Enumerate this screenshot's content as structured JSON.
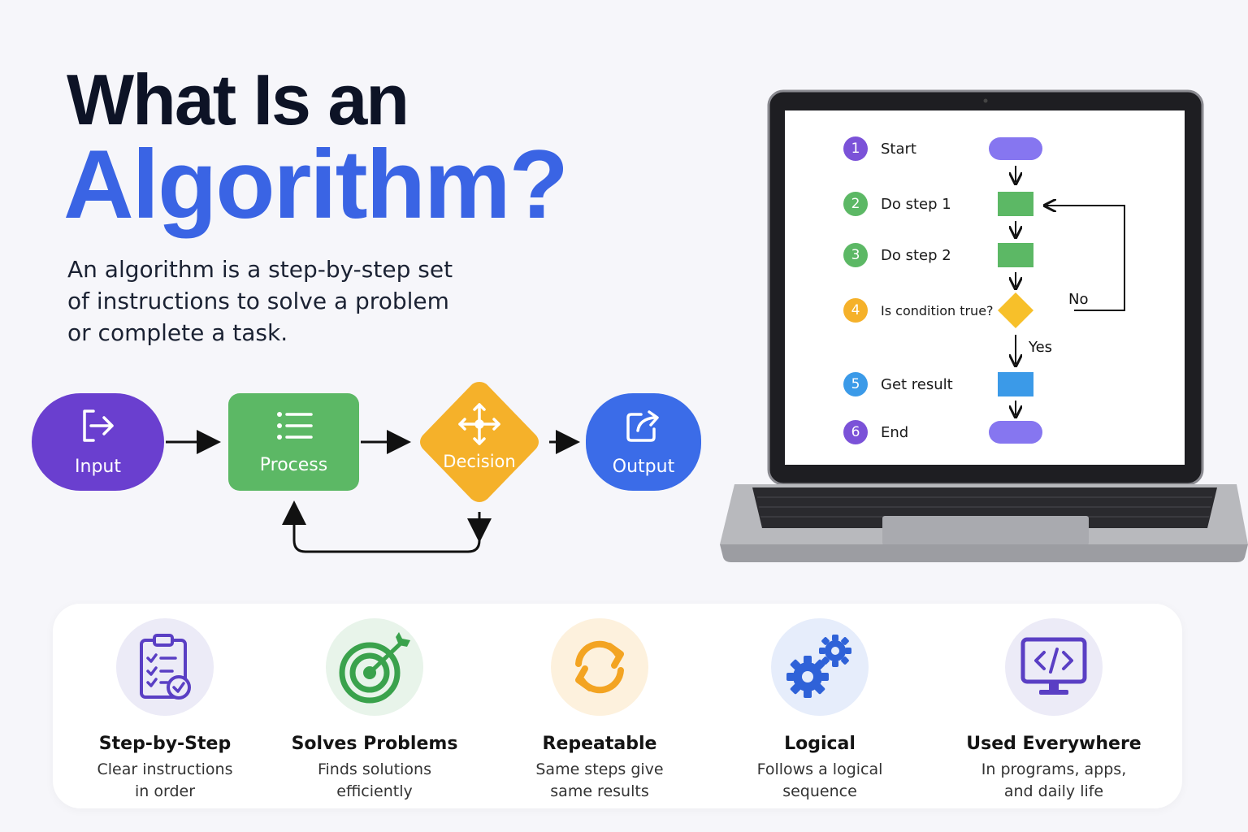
{
  "title": {
    "line1": "What Is an",
    "line2": "Algorithm?"
  },
  "description": "An algorithm is a step-by-step set of instructions to solve a problem or complete a task.",
  "flow": {
    "nodes": [
      {
        "label": "Input",
        "icon": "login-icon",
        "color": "#6a3fcf"
      },
      {
        "label": "Process",
        "icon": "list-icon",
        "color": "#5cb865"
      },
      {
        "label": "Decision",
        "icon": "move-arrows-icon",
        "color": "#f5b12a"
      },
      {
        "label": "Output",
        "icon": "share-icon",
        "color": "#3b6ce8"
      }
    ]
  },
  "laptop": {
    "steps": [
      {
        "num": "1",
        "label": "Start",
        "color": "#7b52d8"
      },
      {
        "num": "2",
        "label": "Do step 1",
        "color": "#5cb865"
      },
      {
        "num": "3",
        "label": "Do step 2",
        "color": "#5cb865"
      },
      {
        "num": "4",
        "label": "Is condition true?",
        "color": "#f5b12a"
      },
      {
        "num": "5",
        "label": "Get result",
        "color": "#3b9ae8"
      },
      {
        "num": "6",
        "label": "End",
        "color": "#7b52d8"
      }
    ],
    "no_label": "No",
    "yes_label": "Yes"
  },
  "features": [
    {
      "title": "Step-by-Step",
      "desc_line1": "Clear instructions",
      "desc_line2": "in order",
      "icon": "clipboard-check-icon",
      "bg": "#ecebf7",
      "color": "#5a3fc4"
    },
    {
      "title": "Solves Problems",
      "desc_line1": "Finds solutions",
      "desc_line2": "efficiently",
      "icon": "target-icon",
      "bg": "#e8f4ea",
      "color": "#3aa24c"
    },
    {
      "title": "Repeatable",
      "desc_line1": "Same steps give",
      "desc_line2": "same results",
      "icon": "refresh-icon",
      "bg": "#fdf1dd",
      "color": "#f3a422"
    },
    {
      "title": "Logical",
      "desc_line1": "Follows a logical",
      "desc_line2": "sequence",
      "icon": "gears-icon",
      "bg": "#e6edfb",
      "color": "#2f62d8"
    },
    {
      "title": "Used Everywhere",
      "desc_line1": "In programs, apps,",
      "desc_line2": "and daily life",
      "icon": "code-monitor-icon",
      "bg": "#ecebf7",
      "color": "#5a3fc4"
    }
  ]
}
